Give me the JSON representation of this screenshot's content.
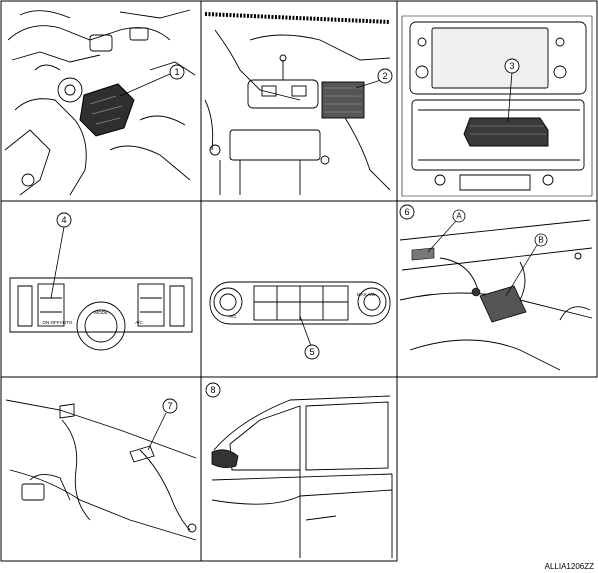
{
  "figure_code": "ALLIA1206ZZ",
  "panels": [
    {
      "callouts": [
        "1"
      ]
    },
    {
      "callouts": [
        "2"
      ]
    },
    {
      "callouts": [
        "3"
      ]
    },
    {
      "callouts": [
        "4"
      ],
      "panel_labels": {
        "on_off": "ON·OFF",
        "auto": "AUTO",
        "mode": "MODE",
        "ac": "A/C"
      }
    },
    {
      "callouts": [
        "5"
      ],
      "panel_labels": {
        "ac": "A/C",
        "max_ac": "MAX A/C"
      }
    },
    {
      "callouts": [
        "6"
      ],
      "letters": [
        "A",
        "B"
      ]
    },
    {
      "callouts": [
        "7"
      ]
    },
    {
      "callouts": [
        "8"
      ]
    }
  ]
}
